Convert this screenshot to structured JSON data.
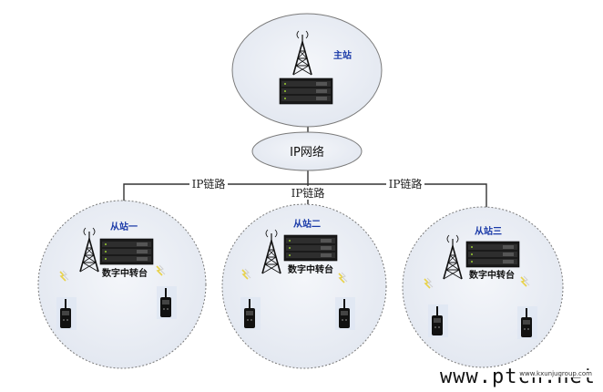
{
  "master": {
    "label": "主站"
  },
  "network": {
    "label": "IP网络"
  },
  "links": [
    "IP链路",
    "IP链路",
    "IP链路"
  ],
  "slaves": [
    {
      "label": "从站一",
      "repeater": "数字中转台"
    },
    {
      "label": "从站二",
      "repeater": "数字中转台"
    },
    {
      "label": "从站三",
      "repeater": "数字中转台"
    }
  ],
  "watermark": {
    "main": "www.ptcn.net",
    "small": "www.kxunjugroup.com"
  },
  "colors": {
    "circle_fill": "#e9edf4",
    "circle_stroke": "#7a7a7a",
    "label_blue": "#1a3aa8"
  }
}
